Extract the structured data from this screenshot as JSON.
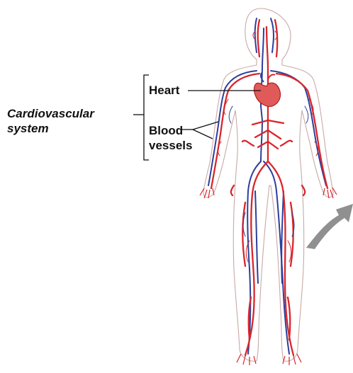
{
  "labels": {
    "system_line1": "Cardiovascular",
    "system_line2": "system",
    "heart": "Heart",
    "vessels_line1": "Blood",
    "vessels_line2": "vessels"
  },
  "colors": {
    "artery": "#d8262b",
    "vein": "#2c3f9e",
    "organ": "#e15a5a",
    "arrow": "#909090",
    "text": "#111111",
    "leader_line": "#111111"
  }
}
